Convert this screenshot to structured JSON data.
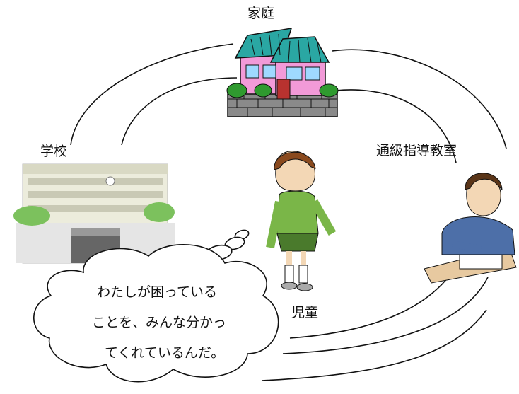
{
  "labels": {
    "home": "家庭",
    "school": "学校",
    "resource_room": "通級指導教室",
    "child": "児童"
  },
  "thought_bubble": {
    "lines": [
      "わたしが困っている",
      "ことを、みんな分かっ",
      "てくれているんだ。"
    ]
  },
  "colors": {
    "line": "#111111",
    "roof": "#2aa7a3",
    "house_wall": "#f29ad8",
    "stone": "#8a8a8a",
    "bush": "#2f9a2f",
    "school_wall": "#ececdc",
    "child_shirt": "#7ab648",
    "child_skirt": "#4a7a2c",
    "teacher_shirt": "#4d6fa8",
    "desk": "#e7c9a0"
  }
}
